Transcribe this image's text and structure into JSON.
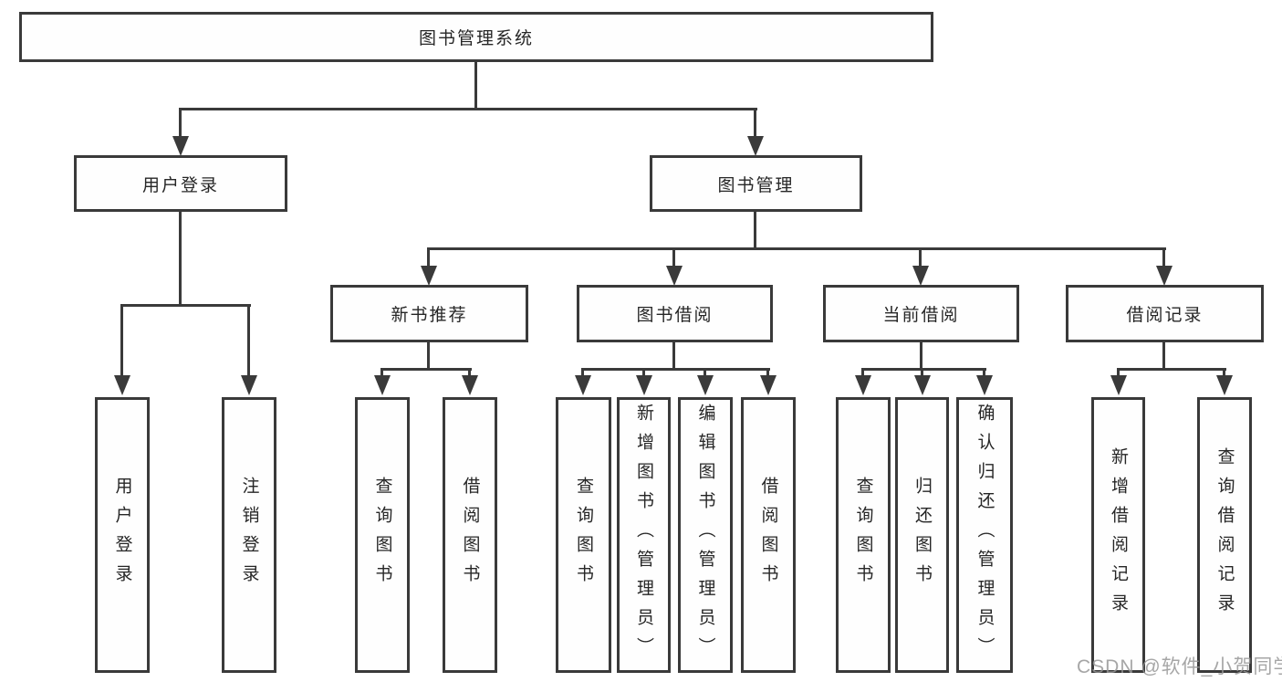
{
  "tree": {
    "label": "图书管理系统",
    "children": [
      {
        "label": "用户登录",
        "children": [
          {
            "label": "用户登录"
          },
          {
            "label": "注销登录"
          }
        ]
      },
      {
        "label": "图书管理",
        "children": [
          {
            "label": "新书推荐",
            "children": [
              {
                "label": "查询图书"
              },
              {
                "label": "借阅图书"
              }
            ]
          },
          {
            "label": "图书借阅",
            "children": [
              {
                "label": "查询图书"
              },
              {
                "label": "新增图书（管理员）"
              },
              {
                "label": "编辑图书（管理员）"
              },
              {
                "label": "借阅图书"
              }
            ]
          },
          {
            "label": "当前借阅",
            "children": [
              {
                "label": "查询图书"
              },
              {
                "label": "归还图书"
              },
              {
                "label": "确认归还（管理员）"
              }
            ]
          },
          {
            "label": "借阅记录",
            "children": [
              {
                "label": "新增借阅记录"
              },
              {
                "label": "查询借阅记录"
              }
            ]
          }
        ]
      }
    ]
  },
  "watermark": {
    "text": "CSDN @软件_小贺同学"
  },
  "colors": {
    "line": "#3a3a3a",
    "text": "#262626",
    "node_background": "#fefefe",
    "watermark": "#969696",
    "background": "#ffffff"
  }
}
